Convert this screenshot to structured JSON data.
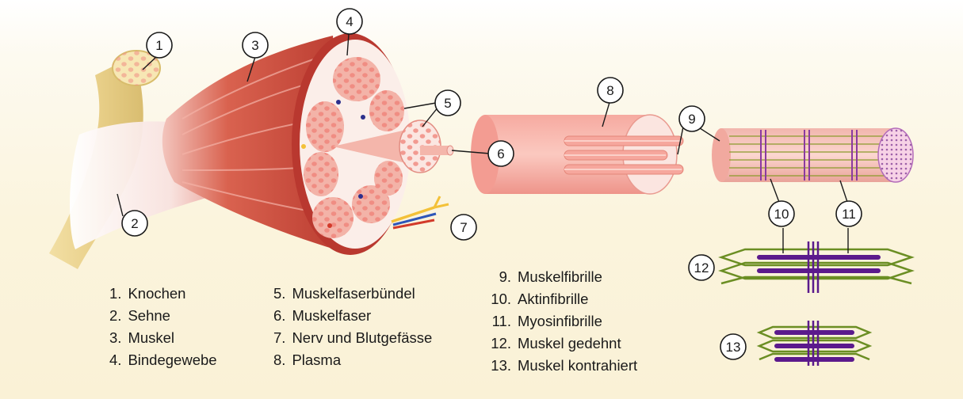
{
  "diagram": {
    "callouts": [
      "1",
      "2",
      "3",
      "4",
      "5",
      "6",
      "7",
      "8",
      "9",
      "10",
      "11",
      "12",
      "13"
    ],
    "legend_columns": [
      [
        {
          "num": "1.",
          "label": "Knochen"
        },
        {
          "num": "2.",
          "label": "Sehne"
        },
        {
          "num": "3.",
          "label": "Muskel"
        },
        {
          "num": "4.",
          "label": "Bindegewebe"
        }
      ],
      [
        {
          "num": "5.",
          "label": "Muskelfaserbündel"
        },
        {
          "num": "6.",
          "label": "Muskelfaser"
        },
        {
          "num": "7.",
          "label": "Nerv und Blutgefässe"
        },
        {
          "num": "8.",
          "label": "Plasma"
        }
      ],
      [
        {
          "num": "9.",
          "label": "Muskelfibrille"
        },
        {
          "num": "10.",
          "label": "Aktinfibrille"
        },
        {
          "num": "11.",
          "label": "Myosinfibrille"
        },
        {
          "num": "12.",
          "label": "Muskel gedehnt"
        },
        {
          "num": "13.",
          "label": "Muskel kontrahiert"
        }
      ]
    ],
    "colors": {
      "bone": "#e9d08a",
      "tendon": "#f6e9e6",
      "muscle": "#c9463a",
      "muscle_light": "#e98a7c",
      "bundle_fill": "#f4b3a8",
      "connective": "#f9ede8",
      "actin": "#6b8e23",
      "myosin": "#5b1a8c"
    }
  }
}
